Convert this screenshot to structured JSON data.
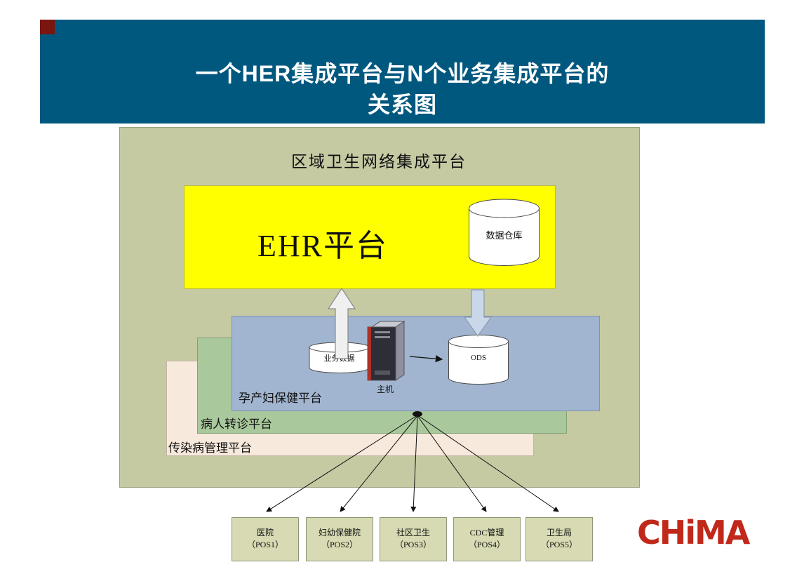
{
  "title": {
    "line1": "一个HER集成平台与N个业务集成平台的",
    "line2": "关系图"
  },
  "container": {
    "label": "区域卫生网络集成平台"
  },
  "ehr": {
    "label": "EHR平台"
  },
  "warehouse": {
    "label": "数据仓库"
  },
  "layers": {
    "maternal": "孕产妇保健平台",
    "referral": "病人转诊平台",
    "infectious": "传染病管理平台"
  },
  "middleware": {
    "business_data": "业务数据",
    "host": "主机",
    "ods": "ODS"
  },
  "pos_boxes": [
    {
      "line1": "医院",
      "line2": "（POS1）"
    },
    {
      "line1": "妇幼保健院",
      "line2": "（POS2）"
    },
    {
      "line1": "社区卫生",
      "line2": "（POS3）"
    },
    {
      "line1": "CDC管理",
      "line2": "（POS4）"
    },
    {
      "line1": "卫生局",
      "line2": "（POS5）"
    }
  ],
  "logo": {
    "text": "CHiMA"
  },
  "colors": {
    "header_bg": "#00587F",
    "container_bg": "#C5CAA3",
    "ehr_bg": "#FFFF00",
    "maternal_bg": "#A1B5D0",
    "referral_bg": "#A9C89C",
    "infectious_bg": "#F7E9DC",
    "pos_bg": "#D7DAB2",
    "logo_red": "#C0281A"
  }
}
